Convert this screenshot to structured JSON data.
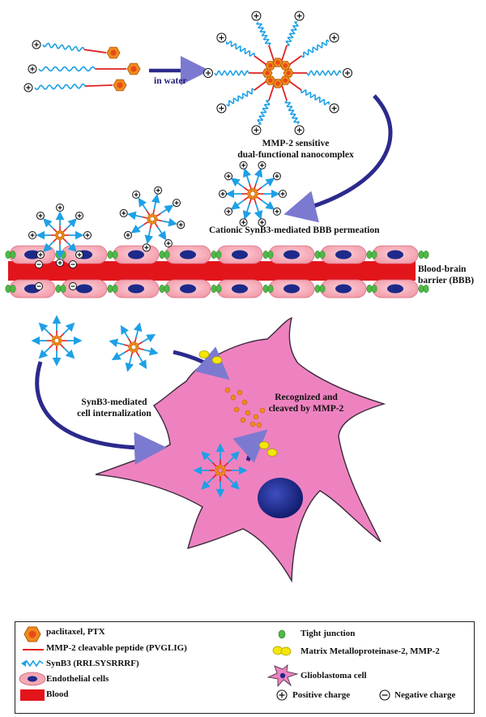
{
  "labels": {
    "in_water": "in water",
    "nanocomplex_line1": "MMP-2 sensitive",
    "nanocomplex_line2": "dual-functional nanocomplex",
    "permeation": "Cationic SynB3-mediated BBB permeation",
    "bbb_line1": "Blood-brain",
    "bbb_line2": "barrier (BBB)",
    "internalization_line1": "SynB3-mediated",
    "internalization_line2": "cell internalization",
    "cleaved_line1": "Recognized and",
    "cleaved_line2": "cleaved by MMP-2"
  },
  "legend": {
    "ptx": "paclitaxel, PTX",
    "peptide": "MMP-2 cleavable peptide (PVGLIG)",
    "synb3": "SynB3 (RRLSYSRRRF)",
    "endothelial": "Endothelial cells",
    "blood": "Blood",
    "tight_junction": "Tight junction",
    "mmp2": "Matrix Metalloproteinase-2, MMP-2",
    "glioblastoma": "Glioblastoma cell",
    "positive": "Positive charge",
    "negative": "Negative charge"
  },
  "symbols": {
    "plus": "+",
    "minus": "−"
  },
  "colors": {
    "arrow_navy": "#2b2a8c",
    "synb3_blue": "#1ea0e6",
    "peptide_red": "#e02020",
    "ptx_orange": "#f28a1c",
    "endothelial_pink": "#f6a8b4",
    "blood_red": "#e2151b",
    "nucleus_blue": "#1d2a8a",
    "junction_green": "#4fb848",
    "mmp_yellow": "#f5e60a",
    "glioma_pink": "#ee82c0"
  }
}
